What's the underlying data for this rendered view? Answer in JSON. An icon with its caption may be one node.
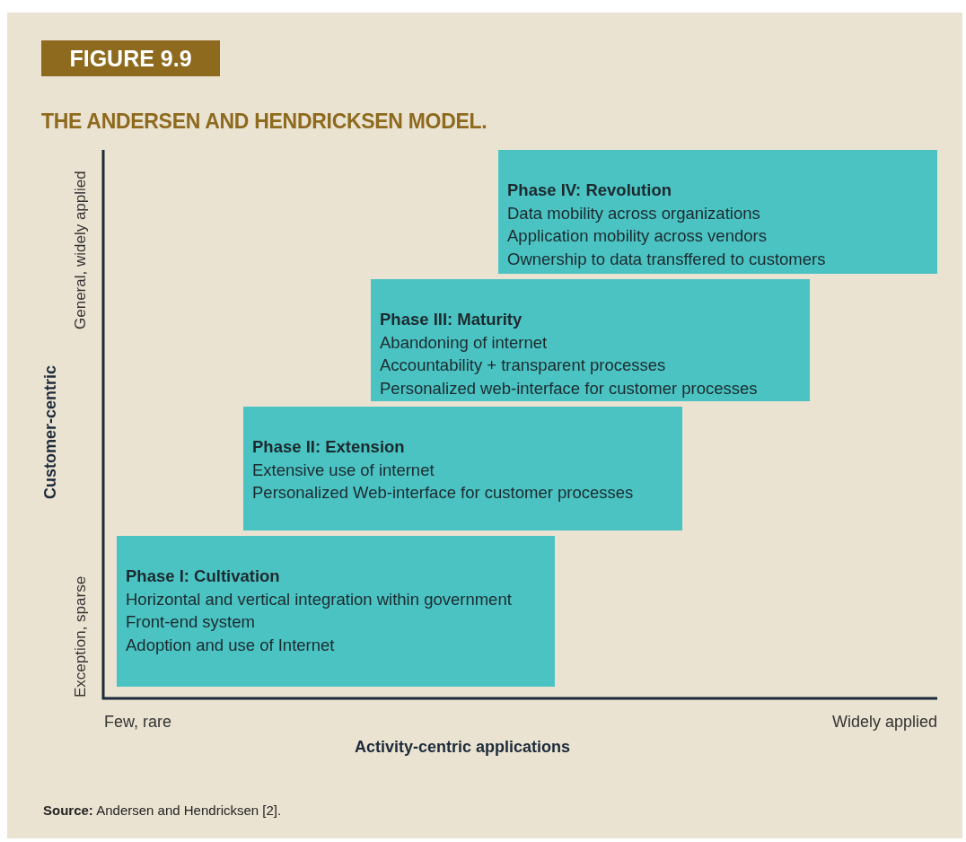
{
  "diagram": {
    "title": "THE ANDERSEN AND HENDRICKSEN MODEL.",
    "caption": "**Source:** Andersen and Hendricksen [2].",
    "nodes": [
      {
        "text": [
          "Phase IV: Revolution",
          "Data mobility across organizations",
          "Application mobility across vendors",
          "Ownership to data transffered to customers"
        ]
      },
      {
        "text": [
          "Phase III: Maturity",
          "Abandoning of internet",
          "Accountability + transparent processes",
          "Personalized web-interface for customer processes"
        ]
      },
      {
        "text": [
          "Phase II: Extension",
          "Extensive use of internet",
          "Personalized Web-interface for customer processes"
        ]
      },
      {
        "text": [
          "Phase I: Cultivation",
          "Horizontal and vertical integration within government",
          "Front-end system",
          "Adoption and use of Internet"
        ]
      }
    ],
    "edges": [],
    "labels": [
      "FIGURE 9.9",
      "General, widely applied",
      "Customer-centric",
      "Exception, sparse",
      "Few, rare",
      "Widely applied",
      "Activity-centric applications"
    ]
  }
}
